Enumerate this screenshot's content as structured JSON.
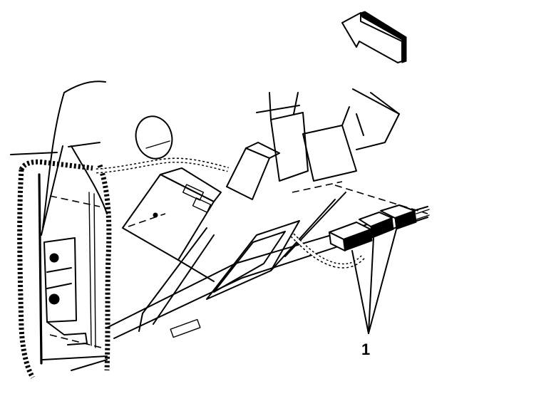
{
  "diagram": {
    "type": "automotive-service-illustration",
    "subject": "instrument panel / relay center area with connectors",
    "direction_arrow": {
      "icon": "front-of-vehicle-arrow-icon",
      "points": "up-left"
    },
    "callouts": [
      {
        "label": "1",
        "targets": 3,
        "description": "three connectors/relays indicated by leader lines"
      }
    ],
    "colors": {
      "line": "#000000",
      "background": "#ffffff"
    }
  }
}
